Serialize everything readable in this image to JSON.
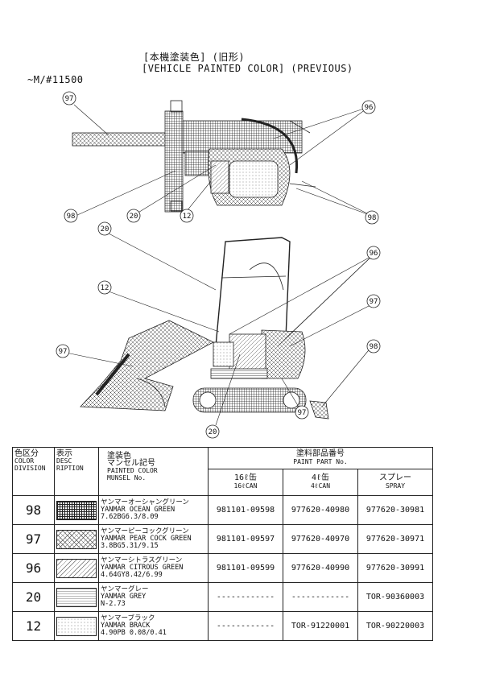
{
  "header": {
    "title_jp": "[本機塗装色] (旧形)",
    "title_en": "[VEHICLE PAINTED COLOR] (PREVIOUS)",
    "serial": "~M/#11500"
  },
  "callouts": {
    "c97": "97",
    "c96": "96",
    "c98": "98",
    "c20": "20",
    "c12": "12"
  },
  "table": {
    "headers": {
      "division_jp": "色区分",
      "division_en1": "COLOR",
      "division_en2": "DIVISION",
      "display_jp": "表示",
      "display_en1": "DESC",
      "display_en2": "RIPTION",
      "color_jp1": "塗装色",
      "color_jp2": "マンセル記号",
      "color_en1": "PAINTED COLOR",
      "color_en2": "MUNSEL No.",
      "part_jp": "塗料部品番号",
      "part_en": "PAINT PART No.",
      "can16_jp": "16ℓ缶",
      "can16_en": "16ℓCAN",
      "can4_jp": "4ℓ缶",
      "can4_en": "4ℓCAN",
      "spray_jp": "スプレー",
      "spray_en": "SPRAY"
    },
    "rows": [
      {
        "code": "98",
        "name_jp": "ヤンマーオーシャングリーン",
        "name_en": "YANMAR OCEAN GREEN",
        "munsell": "7.62BG6.3/8.09",
        "can16": "981101-09598",
        "can4": "977620-40980",
        "spray": "977620-30981",
        "pattern": "grid"
      },
      {
        "code": "97",
        "name_jp": "ヤンマーピーコックグリーン",
        "name_en": "YANMAR PEAR COCK GREEN",
        "munsell": "3.8BG5.31/9.15",
        "can16": "981101-09597",
        "can4": "977620-40970",
        "spray": "977620-30971",
        "pattern": "cross"
      },
      {
        "code": "96",
        "name_jp": "ヤンマーシトラスグリーン",
        "name_en": "YANMAR CITROUS GREEN",
        "munsell": "4.64GY8.42/6.99",
        "can16": "981101-09599",
        "can4": "977620-40990",
        "spray": "977620-30991",
        "pattern": "diag"
      },
      {
        "code": "20",
        "name_jp": "ヤンマーグレー",
        "name_en": "YANMAR GREY",
        "munsell": "N-2.73",
        "can16": "------------",
        "can4": "------------",
        "spray": "TOR-90360003",
        "pattern": "hlines"
      },
      {
        "code": "12",
        "name_jp": "ヤンマーブラック",
        "name_en": "YANMAR BRACK",
        "munsell": "4.90PB 0.08/0.41",
        "can16": "------------",
        "can4": "TOR-91220001",
        "spray": "TOR-90220003",
        "pattern": "dots"
      }
    ]
  }
}
